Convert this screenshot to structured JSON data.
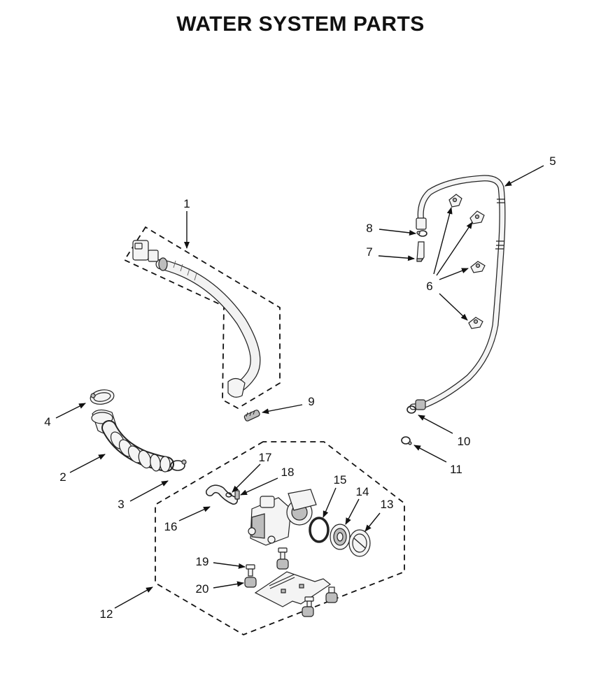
{
  "title": "WATER SYSTEM PARTS",
  "callouts": {
    "c1": "1",
    "c2": "2",
    "c3": "3",
    "c4": "4",
    "c5": "5",
    "c6": "6",
    "c7": "7",
    "c8": "8",
    "c9": "9",
    "c10": "10",
    "c11": "11",
    "c12": "12",
    "c13": "13",
    "c14": "14",
    "c15": "15",
    "c16": "16",
    "c17": "17",
    "c18": "18",
    "c19": "19",
    "c20": "20"
  }
}
